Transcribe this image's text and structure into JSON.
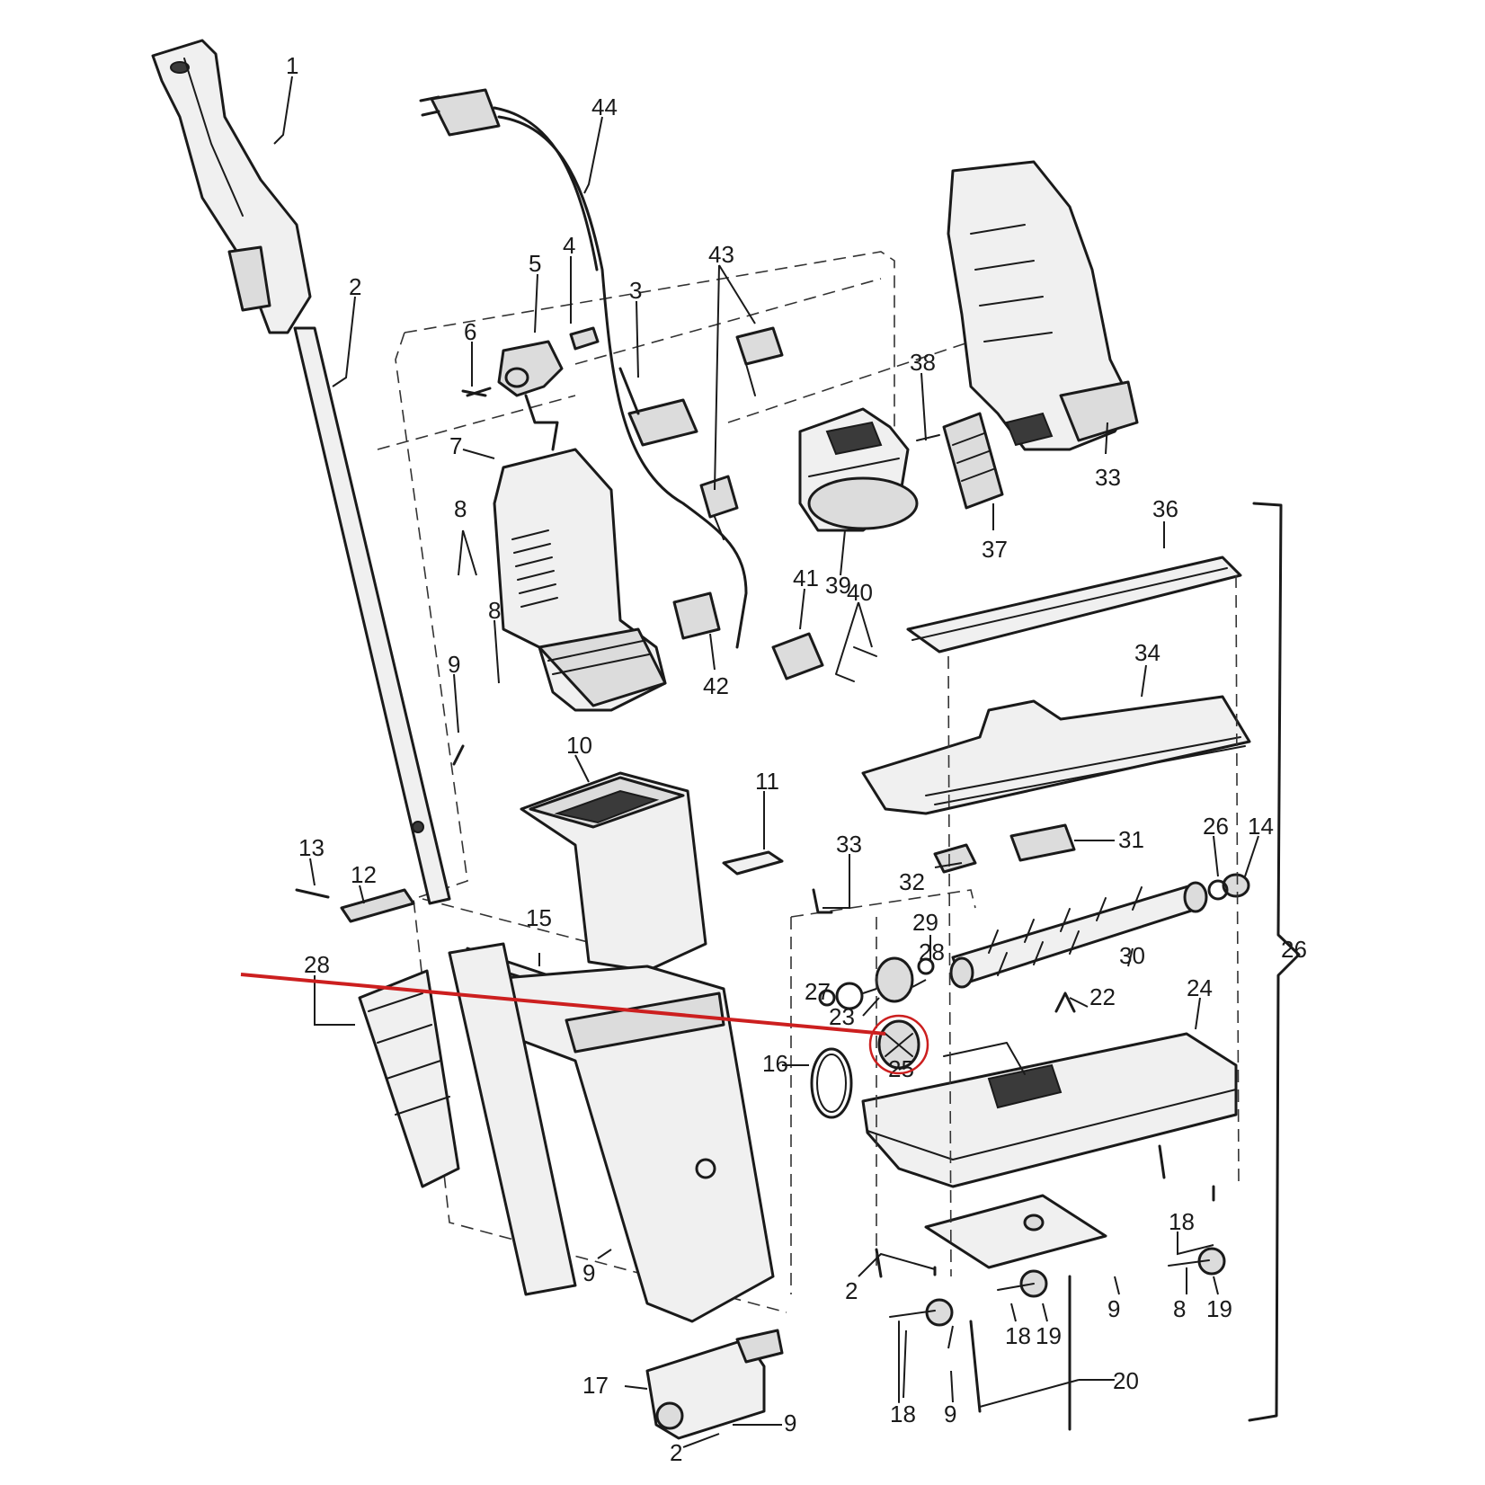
{
  "parts": [
    {
      "id": "p1",
      "label": "1"
    },
    {
      "id": "p2a",
      "label": "2"
    },
    {
      "id": "p44",
      "label": "44"
    },
    {
      "id": "p5",
      "label": "5"
    },
    {
      "id": "p4",
      "label": "4"
    },
    {
      "id": "p6",
      "label": "6"
    },
    {
      "id": "p3",
      "label": "3"
    },
    {
      "id": "p43",
      "label": "43"
    },
    {
      "id": "p38",
      "label": "38"
    },
    {
      "id": "p33a",
      "label": "33"
    },
    {
      "id": "p7",
      "label": "7"
    },
    {
      "id": "p8a",
      "label": "8"
    },
    {
      "id": "p8b",
      "label": "8"
    },
    {
      "id": "p9a",
      "label": "9"
    },
    {
      "id": "p39",
      "label": "39"
    },
    {
      "id": "p37",
      "label": "37"
    },
    {
      "id": "p41",
      "label": "41"
    },
    {
      "id": "p40",
      "label": "40"
    },
    {
      "id": "p42",
      "label": "42"
    },
    {
      "id": "p36",
      "label": "36"
    },
    {
      "id": "p34",
      "label": "34"
    },
    {
      "id": "p10",
      "label": "10"
    },
    {
      "id": "p11",
      "label": "11"
    },
    {
      "id": "p31",
      "label": "31"
    },
    {
      "id": "p33b",
      "label": "33"
    },
    {
      "id": "p32",
      "label": "32"
    },
    {
      "id": "p28a",
      "label": "28"
    },
    {
      "id": "p26a",
      "label": "26"
    },
    {
      "id": "p14",
      "label": "14"
    },
    {
      "id": "p13",
      "label": "13"
    },
    {
      "id": "p12",
      "label": "12"
    },
    {
      "id": "p15",
      "label": "15"
    },
    {
      "id": "p28b",
      "label": "28"
    },
    {
      "id": "p29",
      "label": "29"
    },
    {
      "id": "p30",
      "label": "30"
    },
    {
      "id": "p26b",
      "label": "26"
    },
    {
      "id": "p27",
      "label": "27"
    },
    {
      "id": "p23",
      "label": "23"
    },
    {
      "id": "p22",
      "label": "22"
    },
    {
      "id": "p24",
      "label": "24"
    },
    {
      "id": "p25",
      "label": "25"
    },
    {
      "id": "p16",
      "label": "16"
    },
    {
      "id": "p9b",
      "label": "9"
    },
    {
      "id": "p2b",
      "label": "2"
    },
    {
      "id": "p9c",
      "label": "9"
    },
    {
      "id": "p18a",
      "label": "18"
    },
    {
      "id": "p18b",
      "label": "18"
    },
    {
      "id": "p19a",
      "label": "19"
    },
    {
      "id": "p8c",
      "label": "8"
    },
    {
      "id": "p19b",
      "label": "19"
    },
    {
      "id": "p20",
      "label": "20"
    },
    {
      "id": "p9d",
      "label": "9"
    },
    {
      "id": "p18c",
      "label": "18"
    },
    {
      "id": "p17",
      "label": "17"
    },
    {
      "id": "p9e",
      "label": "9"
    },
    {
      "id": "p2c",
      "label": "2"
    }
  ],
  "colors": {
    "ink": "#1a1a1a",
    "highlight": "#cc1f1f"
  }
}
